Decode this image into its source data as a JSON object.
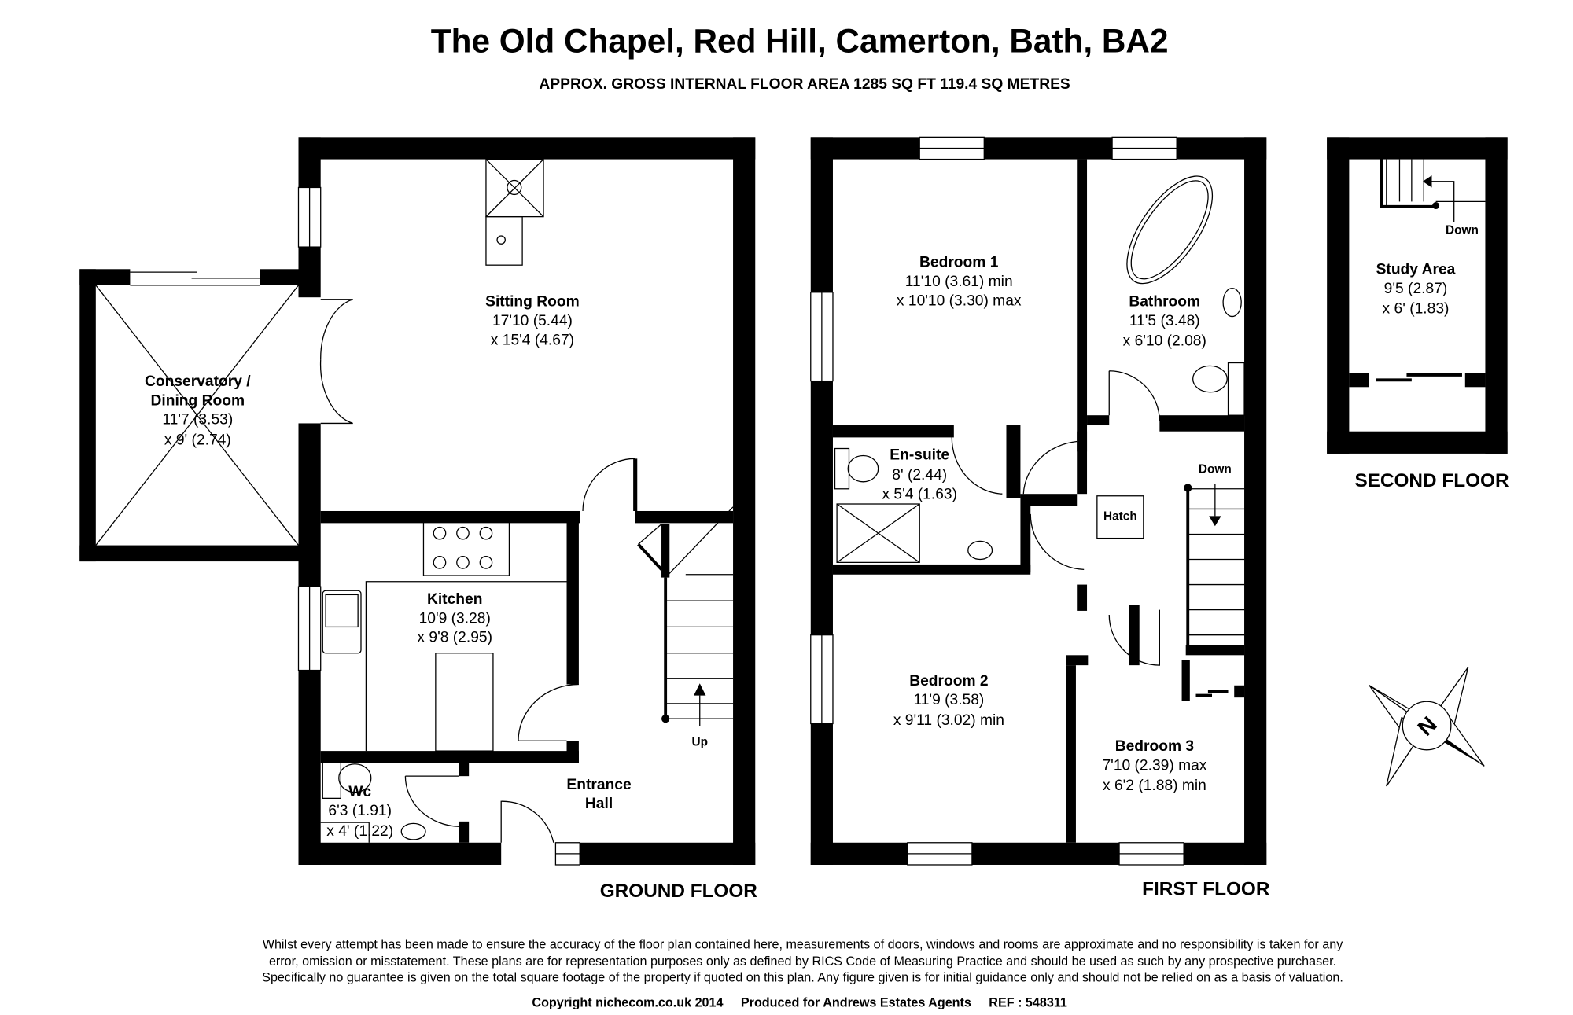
{
  "title": "The Old Chapel, Red Hill, Camerton, Bath, BA2",
  "subtitle": "APPROX. GROSS INTERNAL FLOOR AREA 1285 SQ FT 119.4 SQ METRES",
  "floors": {
    "ground": "GROUND FLOOR",
    "first": "FIRST FLOOR",
    "second": "SECOND FLOOR"
  },
  "rooms": {
    "sitting": {
      "name": "Sitting Room",
      "dim1": "17'10 (5.44)",
      "dim2": "x 15'4 (4.67)"
    },
    "conservatory": {
      "name1": "Conservatory /",
      "name2": "Dining Room",
      "dim1": "11'7 (3.53)",
      "dim2": "x 9' (2.74)"
    },
    "kitchen": {
      "name": "Kitchen",
      "dim1": "10'9 (3.28)",
      "dim2": "x 9'8 (2.95)"
    },
    "wc": {
      "name": "Wc",
      "dim1": "6'3 (1.91)",
      "dim2": "x 4' (1.22)"
    },
    "hall": {
      "name1": "Entrance",
      "name2": "Hall"
    },
    "bedroom1": {
      "name": "Bedroom 1",
      "dim1": "11'10 (3.61) min",
      "dim2": "x 10'10 (3.30) max"
    },
    "bathroom": {
      "name": "Bathroom",
      "dim1": "11'5 (3.48)",
      "dim2": "x 6'10 (2.08)"
    },
    "ensuite": {
      "name": "En-suite",
      "dim1": "8' (2.44)",
      "dim2": "x 5'4 (1.63)"
    },
    "bedroom2": {
      "name": "Bedroom 2",
      "dim1": "11'9 (3.58)",
      "dim2": "x 9'11 (3.02) min"
    },
    "bedroom3": {
      "name": "Bedroom 3",
      "dim1": "7'10 (2.39) max",
      "dim2": "x 6'2 (1.88) min"
    },
    "study": {
      "name": "Study Area",
      "dim1": "9'5 (2.87)",
      "dim2": "x 6' (1.83)"
    }
  },
  "labels": {
    "up": "Up",
    "down_first": "Down",
    "down_second": "Down",
    "hatch": "Hatch",
    "compass": "N"
  },
  "disclaimer": [
    "Whilst every attempt has been made to ensure the accuracy of the floor plan contained here, measurements of doors, windows and rooms are approximate and no responsibility is taken for any",
    "error, omission or misstatement. These plans are for representation purposes only as defined by RICS Code of Measuring Practice and should be used as such by any prospective purchaser.",
    "Specifically no guarantee is given on the total square footage of the property if quoted on this plan. Any figure given is for initial guidance only and should not be relied on as a basis of valuation."
  ],
  "footer": "Copyright nichecom.co.uk 2014     Produced for Andrews Estates Agents     REF : 548311"
}
